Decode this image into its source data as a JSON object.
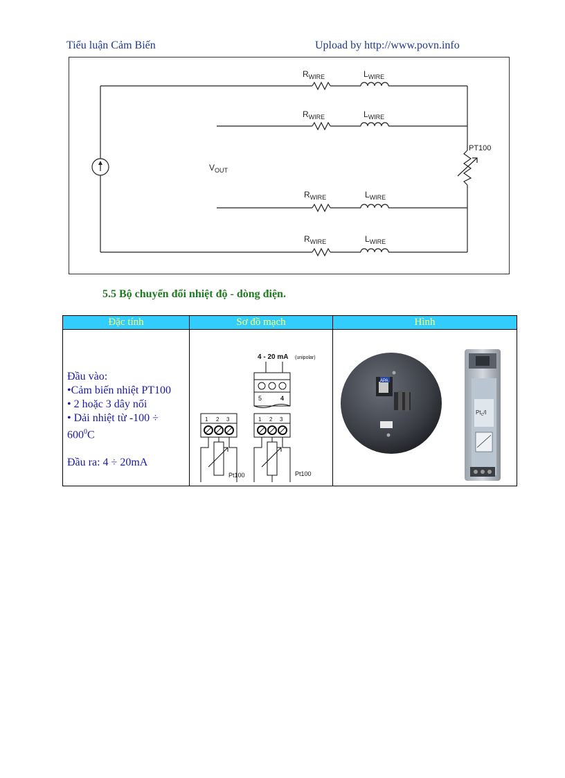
{
  "header": {
    "left": "Tiểu luận Cảm Biến",
    "right": "Upload by http://www.povn.info"
  },
  "circuit": {
    "labels": {
      "r_wire_main": "R",
      "l_wire_main": "L",
      "wire_sub": "WIRE",
      "v_main": "V",
      "v_sub": "OUT",
      "pt100": "PT100"
    }
  },
  "section": {
    "title": "5.5 Bộ chuyển đổi nhiệt độ - dòng điện."
  },
  "table": {
    "headers": [
      "Đặc tính",
      "Sơ đồ mạch",
      "Hình"
    ],
    "specs": {
      "input_title": "Đầu vào:",
      "bullet_1": "•Cảm biến nhiệt PT100",
      "bullet_2": "• 2 hoặc 3 dây nối",
      "bullet_3": "• Dải nhiệt từ -100 ÷",
      "bullet_3_value": "600",
      "bullet_3_sup": "0",
      "bullet_3_unit": "C",
      "output": "Đầu ra: 4 ÷ 20mA"
    },
    "diagram": {
      "current_label": "4 - 20 mA",
      "current_note": "(unipolar)",
      "term_top_left": "5",
      "term_top_right": "4",
      "terminals": [
        "1",
        "2",
        "3"
      ],
      "sensor_label": "Pt100"
    },
    "photo": {
      "head_logo": "APA",
      "rail_label": "Pt",
      "rail_label_sub": "C",
      "rail_label_suffix": "/I"
    }
  },
  "colors": {
    "header_text": "#1d3a8a",
    "section_title": "#1f7a1f",
    "table_header_bg": "#33ccff",
    "table_header_text": "#ffff66",
    "spec_text": "#1a1aa0"
  }
}
